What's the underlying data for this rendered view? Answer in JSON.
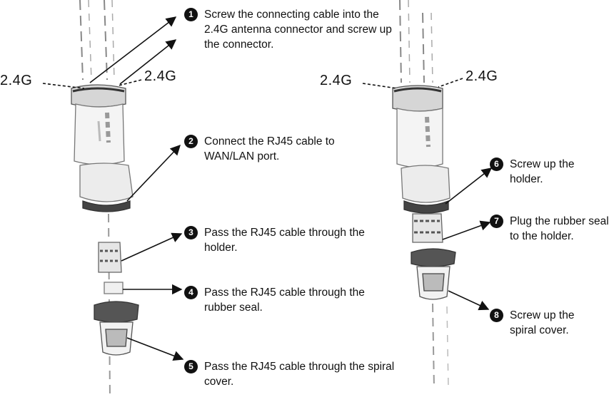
{
  "antenna_label": "2.4G",
  "steps": [
    {
      "num": "1",
      "text": "Screw the connecting cable into the 2.4G antenna connector and screw up the connector."
    },
    {
      "num": "2",
      "text": "Connect the RJ45 cable to WAN/LAN port."
    },
    {
      "num": "3",
      "text": "Pass the RJ45 cable through the holder."
    },
    {
      "num": "4",
      "text": "Pass the RJ45 cable through the rubber seal."
    },
    {
      "num": "5",
      "text": "Pass the RJ45 cable through the spiral cover."
    },
    {
      "num": "6",
      "text": "Screw up the holder."
    },
    {
      "num": "7",
      "text": "Plug the rubber seal to the holder."
    },
    {
      "num": "8",
      "text": "Screw up the spiral cover."
    }
  ]
}
